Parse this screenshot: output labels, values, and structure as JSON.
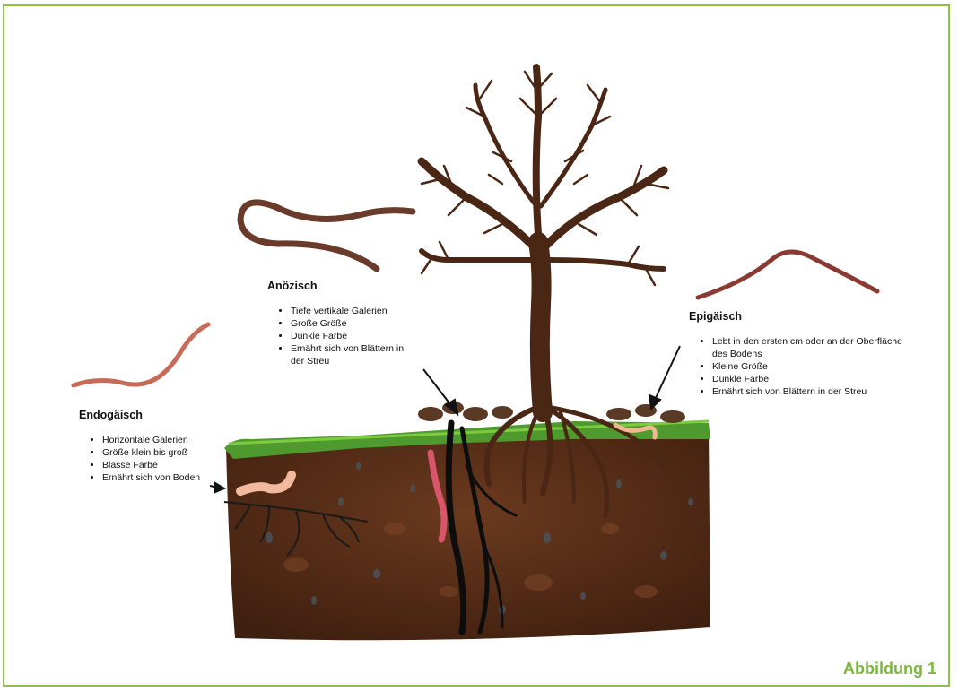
{
  "sections": {
    "anozisch": {
      "title": "Anözisch",
      "items": [
        "Tiefe vertikale Galerien",
        "Große Größe",
        "Dunkle Farbe",
        "Ernährt sich von Blättern in der Streu"
      ]
    },
    "epigaisch": {
      "title": "Epigäisch",
      "items": [
        "Lebt in den ersten cm oder an der Oberfläche des Bodens",
        "Kleine Größe",
        "Dunkle Farbe",
        "Ernährt sich von Blättern in der Streu"
      ]
    },
    "endogaisch": {
      "title": "Endogäisch",
      "items": [
        "Horizontale Galerien",
        "Größe klein bis groß",
        "Blasse Farbe",
        "Ernährt sich von Boden"
      ]
    }
  },
  "caption": "Abbildung 1",
  "colors": {
    "frame": "#8fc04a",
    "caption": "#7bb83a",
    "soil": "#5a2e17",
    "grass": "#4f9a2e",
    "tree": "#4a2614"
  }
}
